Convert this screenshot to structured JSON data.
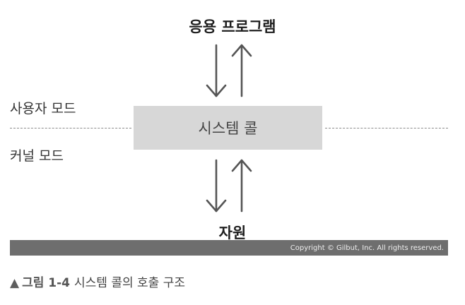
{
  "diagram": {
    "application_label": "응용 프로그램",
    "user_mode_label": "사용자 모드",
    "kernel_mode_label": "커널 모드",
    "system_call_label": "시스템 콜",
    "resource_label": "자원"
  },
  "copyright": "Copyright © Gilbut, Inc. All rights reserved.",
  "caption": {
    "marker": "▲",
    "figure": "그림 1-4",
    "text": "시스템 콜의 호출 구조"
  },
  "colors": {
    "arrow": "#555555",
    "box_fill": "#d7d7d7",
    "bar_fill": "#6e6e6e",
    "dash": "#8a8a8a"
  }
}
